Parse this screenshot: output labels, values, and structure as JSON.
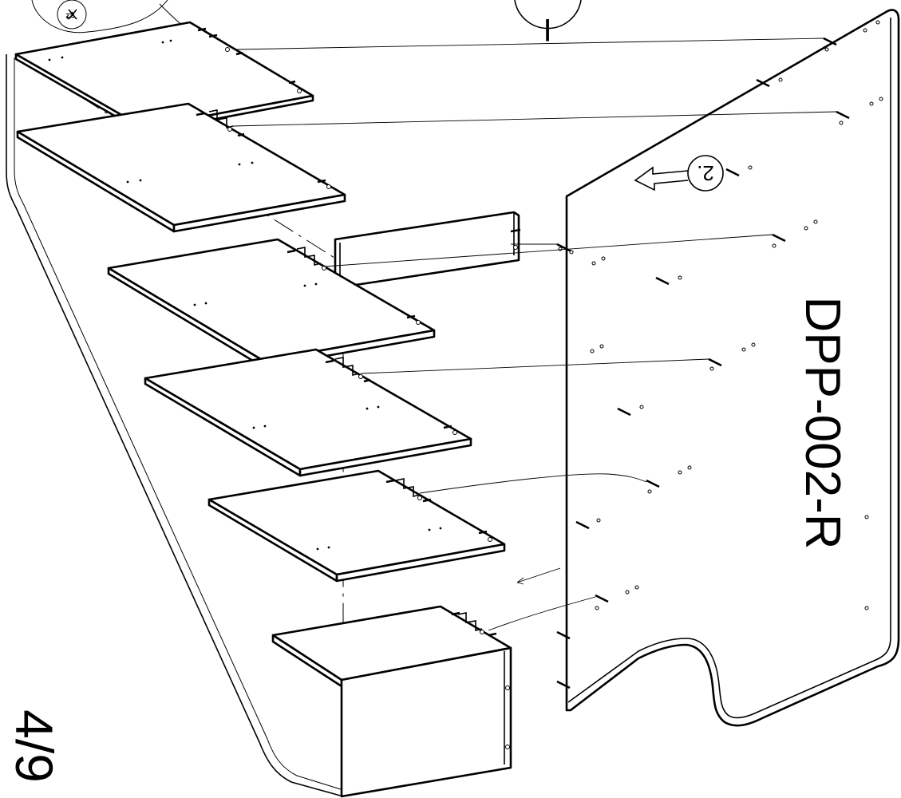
{
  "model_code": "DPP-002-R",
  "page_number": "4/9",
  "step_badge": "2.",
  "top_badge": "I",
  "icons": [
    "hand-tighten-icon",
    "step-badge-icon",
    "direction-arrow-icon",
    "screw-icon"
  ]
}
